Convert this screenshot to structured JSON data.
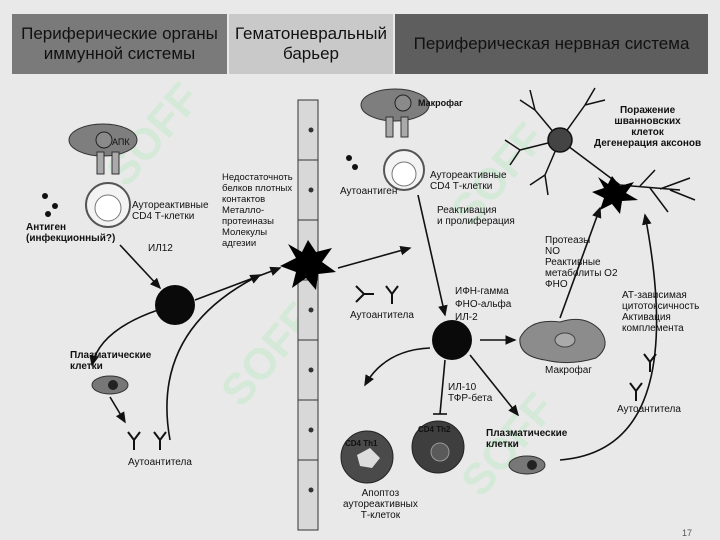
{
  "headers": {
    "left": "Периферические органы иммунной системы",
    "middle": "Гематоневральный барьер",
    "right": "Периферическая нервная система"
  },
  "labels": {
    "apk": "АПК",
    "antigen": "Антиген\n(инфекционный?)",
    "autoreactive_cd4_left": "Аутореактивные\nCD4 Т-клетки",
    "il12": "ИЛ12",
    "plasma_left": "Плазматические\nклетки",
    "autoantibodies_left": "Аутоантитела",
    "barrier_notes": "Недостаточноть\nбелков плотных\nконтактов\nМеталло-\nпротеиназы\nМолекулы\nадгезии",
    "macrophage_top": "Макрофаг",
    "autoantigen": "Аутоантиген",
    "autoreactive_cd4_right": "Аутореактивные\nCD4 Т-клетки",
    "reactivation": "Реактивация\nи пролиферация",
    "autoantibodies_mid": "Аутоантитела",
    "cytokines": "ИФН-гамма\nФНО-альфа\nИЛ-2",
    "il10": "ИЛ-10\nТФР-бета",
    "cd4_th1": "CD4 Th1",
    "cd4_th2": "CD4 Th2",
    "apoptosis": "Апоптоз\nаутореактивных\nТ-клеток",
    "plasma_right": "Плазматические\nклетки",
    "damage": "Поражение\nшванновских\nклеток\nДегенерация аксонов",
    "proteases": "Протеазы\nNO\nРеактивные\nметаболиты O2\nФНО",
    "at_dependent": "АТ-зависимая\nцитотоксичность\nАктивация\nкомплемента",
    "macrophage_right": "Макрофаг",
    "autoantibodies_right": "Аутоантитела"
  },
  "watermark": "SOFF",
  "page_number": "17"
}
